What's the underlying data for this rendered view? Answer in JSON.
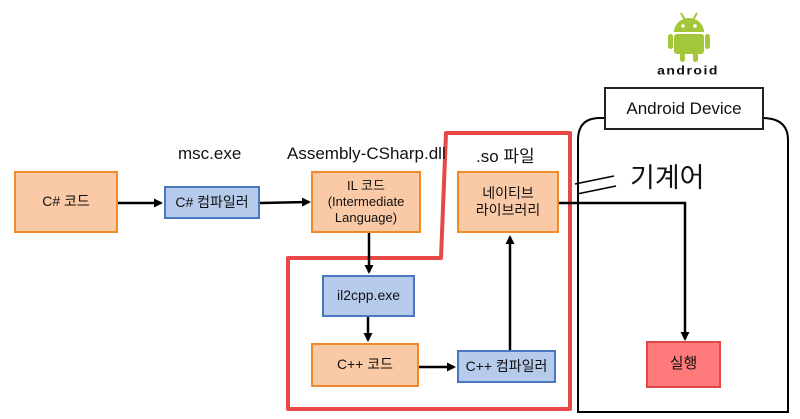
{
  "android": {
    "wordmark": "android"
  },
  "device": {
    "title": "Android Device"
  },
  "labels": {
    "msc": "msc.exe",
    "assembly": "Assembly-CSharp.dll",
    "so_file": ".so 파일",
    "machine_code": "기계어"
  },
  "nodes": {
    "csharp_code": "C# 코드",
    "csharp_compiler": "C# 컴파일러",
    "il_code": "IL 코드\n(Intermediate\nLanguage)",
    "native_lib": "네이티브\n라이브러리",
    "il2cpp": "il2cpp.exe",
    "cpp_code": "C++ 코드",
    "cpp_compiler": "C++ 컴파일러",
    "execute": "실행"
  },
  "colors": {
    "orange_fill": "#fac9a5",
    "blue_fill": "#b6cbeb",
    "execute_fill": "#ff7a7a",
    "highlight": "#e84848",
    "android_green": "#a4c639"
  }
}
